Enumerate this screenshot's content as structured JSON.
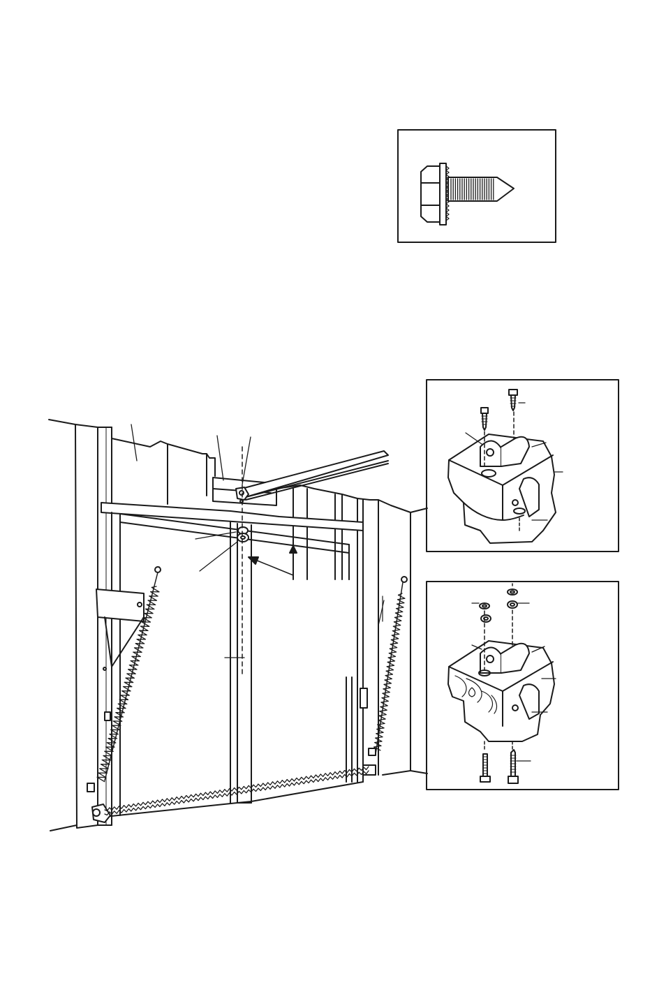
{
  "diagram": {
    "stroke_color": "#1a1a1a",
    "fill_color": "#ffffff",
    "shade_color": "#bdbdbd",
    "panels": [
      {
        "id": "screw-inset",
        "icon": "hex-head-self-tapping-screw-icon"
      },
      {
        "id": "metal-header-mount-inset",
        "icon": "header-bracket-metal-icon"
      },
      {
        "id": "wood-header-mount-inset",
        "icon": "header-bracket-wood-icon"
      }
    ],
    "main_view": "garage-door-header-installation-icon"
  }
}
